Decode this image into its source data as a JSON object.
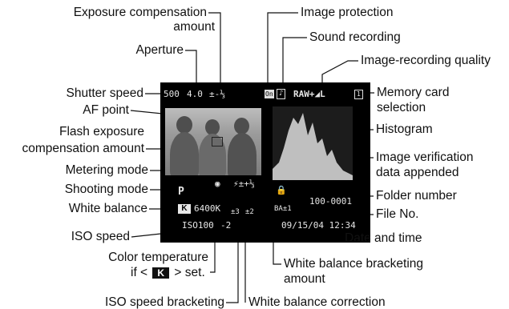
{
  "labels": {
    "exposure_comp_1": "Exposure compensation",
    "exposure_comp_2": "amount",
    "aperture": "Aperture",
    "shutter_speed": "Shutter speed",
    "af_point": "AF point",
    "flash_comp_1": "Flash exposure",
    "flash_comp_2": "compensation amount",
    "metering_mode": "Metering mode",
    "shooting_mode": "Shooting mode",
    "white_balance": "White balance",
    "iso_speed": "ISO speed",
    "color_temp_1": "Color temperature",
    "color_temp_2a": "if <",
    "color_temp_k": "K",
    "color_temp_2b": "> set.",
    "iso_bracketing": "ISO speed bracketing",
    "image_protection": "Image protection",
    "sound_recording": "Sound recording",
    "image_quality": "Image-recording quality",
    "memory_card_1": "Memory card",
    "memory_card_2": "selection",
    "histogram": "Histogram",
    "image_verification_1": "Image verification",
    "image_verification_2": "data appended",
    "folder_number": "Folder number",
    "file_no": "File No.",
    "date_time": "Date and time",
    "wb_bracketing_1": "White balance bracketing",
    "wb_bracketing_2": "amount",
    "wb_correction": "White balance correction"
  },
  "screen": {
    "shutter": "500",
    "aperture": "4.0",
    "exposure_comp": "±-⅓",
    "protect_icon": "On",
    "sound_icon": "♪",
    "quality": "RAW+◢L",
    "card": "1",
    "metering_icon": "◉",
    "flash_comp": "⚡±+⅓",
    "verify_icon": "🔒",
    "mode": "P",
    "wb_icon": "K",
    "color_temp": "6400K",
    "iso_bkt": "±3",
    "wb_corr": "±2",
    "wb_bkt": "BA±1",
    "folder_file": "100-0001",
    "iso": "ISO100",
    "iso_value": "-2",
    "date_time": "09/15/04 12:34"
  },
  "colors": {
    "screen_bg": "#000000",
    "screen_text": "#e6e6e6",
    "histogram": "#bfbfbf"
  }
}
